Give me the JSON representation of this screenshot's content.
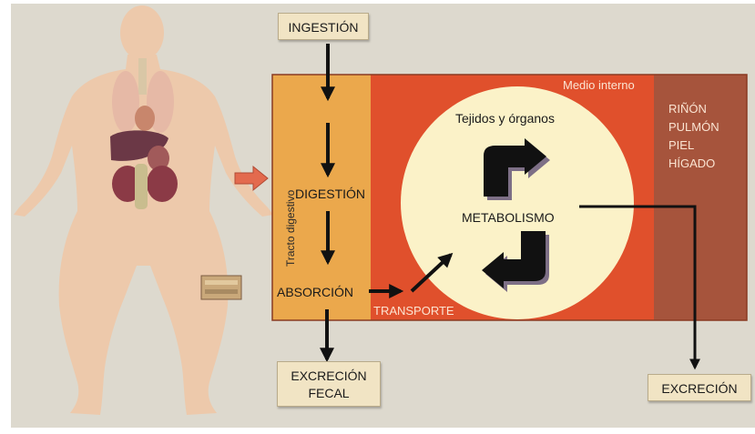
{
  "labels": {
    "ingestion": "INGESTIÓN",
    "digestion": "DIGESTIÓN",
    "absorcion": "ABSORCIÓN",
    "tracto_digestivo": "Tracto digestivo",
    "medio_interno": "Medio interno",
    "transporte": "TRANSPORTE",
    "tejidos_organos": "Tejidos y órganos",
    "metabolismo": "METABOLISMO",
    "excrecion_fecal": [
      "EXCRECIÓN",
      "FECAL"
    ],
    "excrecion": "EXCRECIÓN",
    "organs": [
      "RIÑÓN",
      "PULMÓN",
      "PIEL",
      "HÍGADO"
    ]
  },
  "colors": {
    "background": "#ddd9ce",
    "digestive_tract": "#eba84c",
    "internal_medium": "#e0502c",
    "excretory_organs": "#a6543c",
    "cell_circle": "#fbf2c8",
    "label_box": "#f1e4c4",
    "body_silhouette": "#edc9ab",
    "pointer_arrow": "#e36a4e"
  }
}
